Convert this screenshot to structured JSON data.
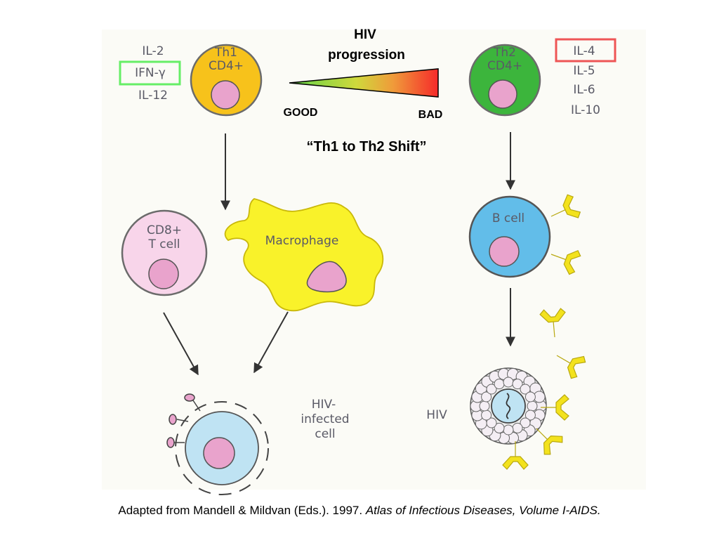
{
  "th1": {
    "label1": "Th1",
    "label2": "CD4+",
    "cytokines": [
      "IL-2",
      "IFN-γ",
      "IL-12"
    ]
  },
  "th2": {
    "label1": "Th2",
    "label2": "CD4+",
    "cytokines": [
      "IL-4",
      "IL-5",
      "IL-6",
      "IL-10"
    ]
  },
  "progression": {
    "line1": "HIV",
    "line2": "progression",
    "good": "GOOD",
    "bad": "BAD",
    "shift": "“Th1 to Th2 Shift”"
  },
  "cells": {
    "cd8_line1": "CD8+",
    "cd8_line2": "T cell",
    "macrophage": "Macrophage",
    "bcell": "B cell",
    "infected_line1": "HIV-",
    "infected_line2": "infected",
    "infected_line3": "cell",
    "hiv": "HIV"
  },
  "citation": {
    "plain": "Adapted from Mandell & Mildvan (Eds.). 1997.  ",
    "italic": "Atlas of Infectious Diseases, Volume I-AIDS."
  },
  "colors": {
    "th1": "#f7c21b",
    "th2": "#3cb53c",
    "nucleus": "#e9a3cc",
    "cd8": "#f8d5ea",
    "macrophage": "#f9f22a",
    "bcell": "#62bde9",
    "infected": "#bfe3f3",
    "antibody": "#f3e21d",
    "highlight_green": "#66ee66",
    "highlight_red": "#ee5555"
  }
}
